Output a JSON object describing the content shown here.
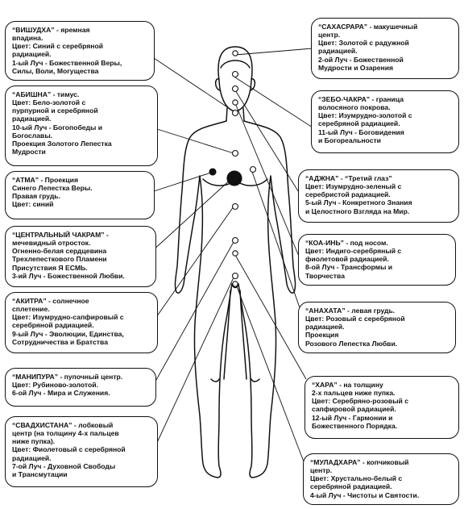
{
  "chakras_left": [
    {
      "name": "“ВИШУДХА”",
      "lines": [
        "- яремная",
        "впадина.",
        "Цвет: Синий с серебряной",
        "радиацией.",
        "1-ый Луч - Божественной Веры,",
        "Силы, Воли, Могущества"
      ]
    },
    {
      "name": "“АБИШНА”",
      "lines": [
        "- тимус.",
        "Цвет: Бело-золотой с",
        "пурпурной и серебряной",
        "радиацией.",
        "10-ый Луч - Богопобеды и",
        "Богославы.",
        "Проекция Золотого Лепестка",
        "Мудрости"
      ]
    },
    {
      "name": "“АТМА”",
      "lines": [
        "- Проекция",
        "Синего Лепестка Веры.",
        "Правая грудь.",
        "Цвет: синий"
      ]
    },
    {
      "name": "“ЦЕНТРАЛЬНЫЙ ЧАКРАМ”",
      "lines": [
        "-",
        "мечевидный  отросток.",
        "Огненно-белая сердцевина",
        "Трехлепесткового Пламени",
        "Присутствия Я ЕСМЬ.",
        "3-ий Луч - Божественной Любви."
      ]
    },
    {
      "name": "“АКИТРА”",
      "lines": [
        "- солнечное",
        "сплетение.",
        "Цвет: Изумрудно-сапфировый с",
        "серебряной радиацией.",
        "9-ый Луч - Эволюции, Единства,",
        "Сотрудничества и Братства"
      ]
    },
    {
      "name": "“МАНИПУРА”",
      "lines": [
        "- пупочный центр.",
        "Цвет: Рубиново-золотой.",
        "6-ой Луч - Мира и Служения."
      ]
    },
    {
      "name": "“СВАДХИСТАНА”",
      "lines": [
        "- лобковый",
        "центр (на толщину 4-х пальцев",
        "ниже пупка).",
        "Цвет: Фиолетовый с серебряной",
        "радиацией.",
        "7-ой Луч - Духовной Свободы",
        "и Трансмутации"
      ]
    }
  ],
  "chakras_right": [
    {
      "name": "“САХАСРАРА”",
      "lines": [
        "- макушечный",
        "центр.",
        "Цвет: Золотой с радужной",
        "радиацией.",
        "2-ой Луч - Божественной",
        "Мудрости и Озарения"
      ]
    },
    {
      "name": "“ЗЕБО-ЧАКРА”",
      "lines": [
        "- граница",
        "волосяного покрова.",
        "Цвет: Изумрудно-золотой с",
        "серебряной радиацией.",
        "11-ый Луч - Боговидения",
        "и Богореальности"
      ]
    },
    {
      "name": "“АДЖНА”",
      "lines": [
        "- “Третий глаз”",
        "Цвет: Изумрудно-зеленый с",
        "серебристой радиацией.",
        "5-ый Луч - Конкретного Знания",
        "и Целостного Взгляда на Мир."
      ]
    },
    {
      "name": "“КОА-ИНЬ”",
      "lines": [
        "- под носом.",
        "Цвет: Индиго-серебряный с",
        "фиолетовой радиацией.",
        "8-ой Луч - Трансформы и",
        "Творчества"
      ]
    },
    {
      "name": "“АНАХАТА”",
      "lines": [
        "- левая грудь.",
        "Цвет: Розовый с серебряной",
        "радиацией.",
        "Проекция",
        " Розового Лепестка Любви."
      ]
    },
    {
      "name": "“ХАРА”",
      "lines": [
        "- на толщину",
        "2-х пальцев ниже пупка.",
        "Цвет: Серебряно-розовый с",
        "сапфировой радиацией.",
        "12-ый Луч - Гармонии и",
        "Божественного Порядка."
      ]
    },
    {
      "name": "“МУЛАДХАРА”",
      "lines": [
        "- копчиковый",
        "центр.",
        "Цвет: Хрустально-белый с",
        "серебряной радиацией.",
        "4-ый Луч - Чистоты и Святости."
      ]
    }
  ]
}
